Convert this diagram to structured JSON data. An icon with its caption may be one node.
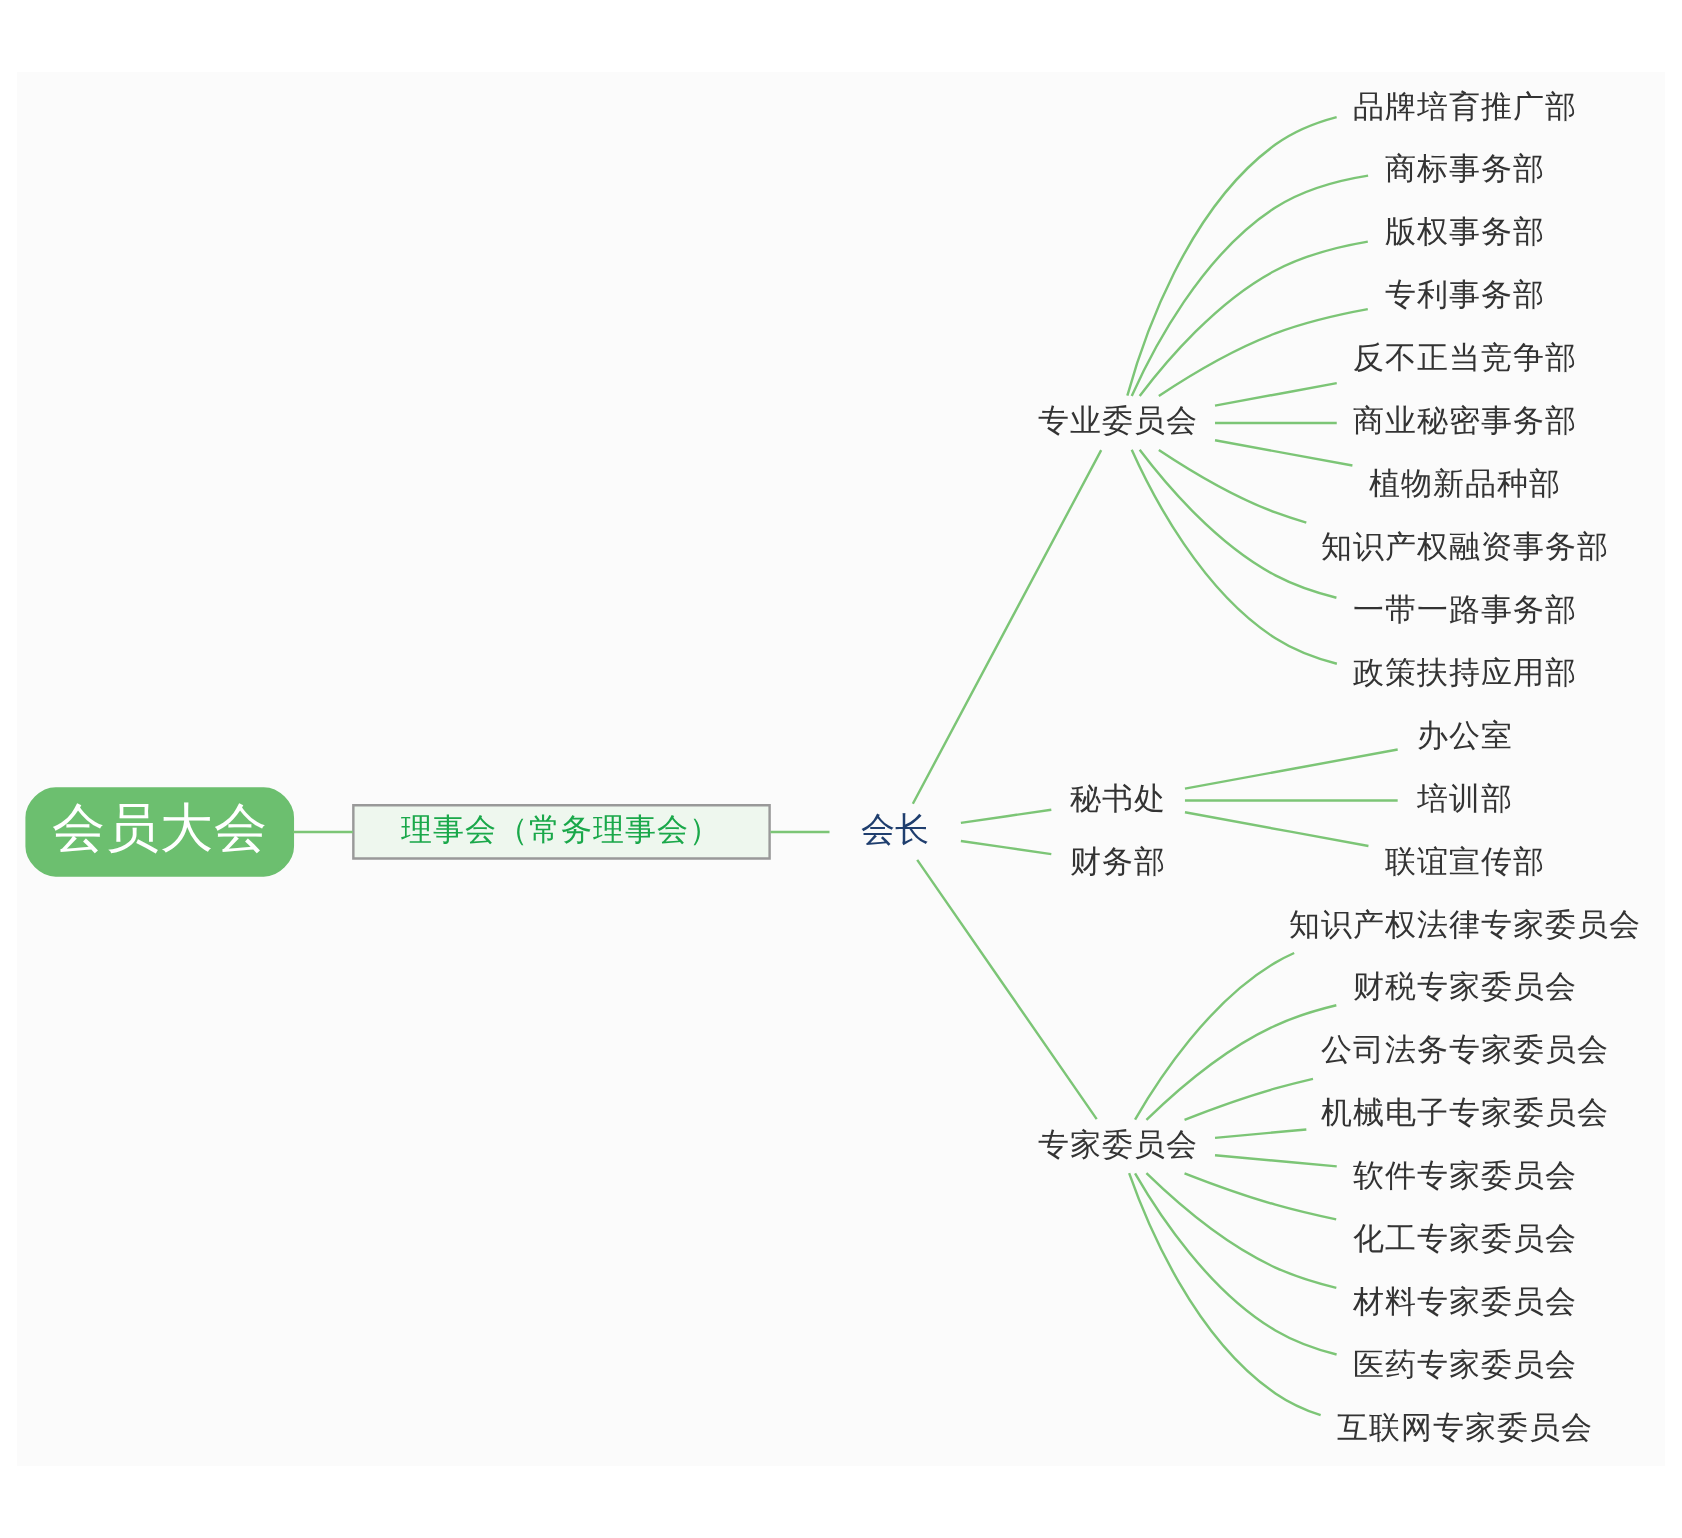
{
  "diagram": {
    "nodes": [
      {
        "text": [
          "会员大会"
        ]
      },
      {
        "text": [
          "理事会（常务理事会）"
        ]
      },
      {
        "text": [
          "会长"
        ]
      },
      {
        "text": [
          "专业委员会"
        ]
      },
      {
        "text": [
          "品牌培育推广部"
        ]
      },
      {
        "text": [
          "商标事务部"
        ]
      },
      {
        "text": [
          "版权事务部"
        ]
      },
      {
        "text": [
          "专利事务部"
        ]
      },
      {
        "text": [
          "反不正当竞争部"
        ]
      },
      {
        "text": [
          "商业秘密事务部"
        ]
      },
      {
        "text": [
          "植物新品种部"
        ]
      },
      {
        "text": [
          "知识产权融资事务部"
        ]
      },
      {
        "text": [
          "一带一路事务部"
        ]
      },
      {
        "text": [
          "政策扶持应用部"
        ]
      },
      {
        "text": [
          "秘书处"
        ]
      },
      {
        "text": [
          "办公室"
        ]
      },
      {
        "text": [
          "培训部"
        ]
      },
      {
        "text": [
          "联谊宣传部"
        ]
      },
      {
        "text": [
          "财务部"
        ]
      },
      {
        "text": [
          "专家委员会"
        ]
      },
      {
        "text": [
          "知识产权法律专家委员会"
        ]
      },
      {
        "text": [
          "财税专家委员会"
        ]
      },
      {
        "text": [
          "公司法务专家委员会"
        ]
      },
      {
        "text": [
          "机械电子专家委员会"
        ]
      },
      {
        "text": [
          "软件专家委员会"
        ]
      },
      {
        "text": [
          "化工专家委员会"
        ]
      },
      {
        "text": [
          "材料专家委员会"
        ]
      },
      {
        "text": [
          "医药专家委员会"
        ]
      },
      {
        "text": [
          "互联网专家委员会"
        ]
      }
    ],
    "edges": [
      {
        "from": 0,
        "to": 1,
        "arrow": "none"
      },
      {
        "from": 1,
        "to": 2,
        "arrow": "none"
      },
      {
        "from": 2,
        "to": 3,
        "arrow": "none"
      },
      {
        "from": 3,
        "to": 4,
        "arrow": "none"
      },
      {
        "from": 3,
        "to": 5,
        "arrow": "none"
      },
      {
        "from": 3,
        "to": 6,
        "arrow": "none"
      },
      {
        "from": 3,
        "to": 7,
        "arrow": "none"
      },
      {
        "from": 3,
        "to": 8,
        "arrow": "none"
      },
      {
        "from": 3,
        "to": 9,
        "arrow": "none"
      },
      {
        "from": 3,
        "to": 10,
        "arrow": "none"
      },
      {
        "from": 3,
        "to": 11,
        "arrow": "none"
      },
      {
        "from": 3,
        "to": 12,
        "arrow": "none"
      },
      {
        "from": 3,
        "to": 13,
        "arrow": "none"
      },
      {
        "from": 2,
        "to": 14,
        "arrow": "none"
      },
      {
        "from": 14,
        "to": 15,
        "arrow": "none"
      },
      {
        "from": 14,
        "to": 16,
        "arrow": "none"
      },
      {
        "from": 14,
        "to": 17,
        "arrow": "none"
      },
      {
        "from": 2,
        "to": 18,
        "arrow": "none"
      },
      {
        "from": 2,
        "to": 19,
        "arrow": "none"
      },
      {
        "from": 19,
        "to": 20,
        "arrow": "none"
      },
      {
        "from": 19,
        "to": 21,
        "arrow": "none"
      },
      {
        "from": 19,
        "to": 22,
        "arrow": "none"
      },
      {
        "from": 19,
        "to": 23,
        "arrow": "none"
      },
      {
        "from": 19,
        "to": 24,
        "arrow": "none"
      },
      {
        "from": 19,
        "to": 25,
        "arrow": "none"
      },
      {
        "from": 19,
        "to": 26,
        "arrow": "none"
      },
      {
        "from": 19,
        "to": 27,
        "arrow": "none"
      },
      {
        "from": 19,
        "to": 28,
        "arrow": "none"
      }
    ]
  }
}
